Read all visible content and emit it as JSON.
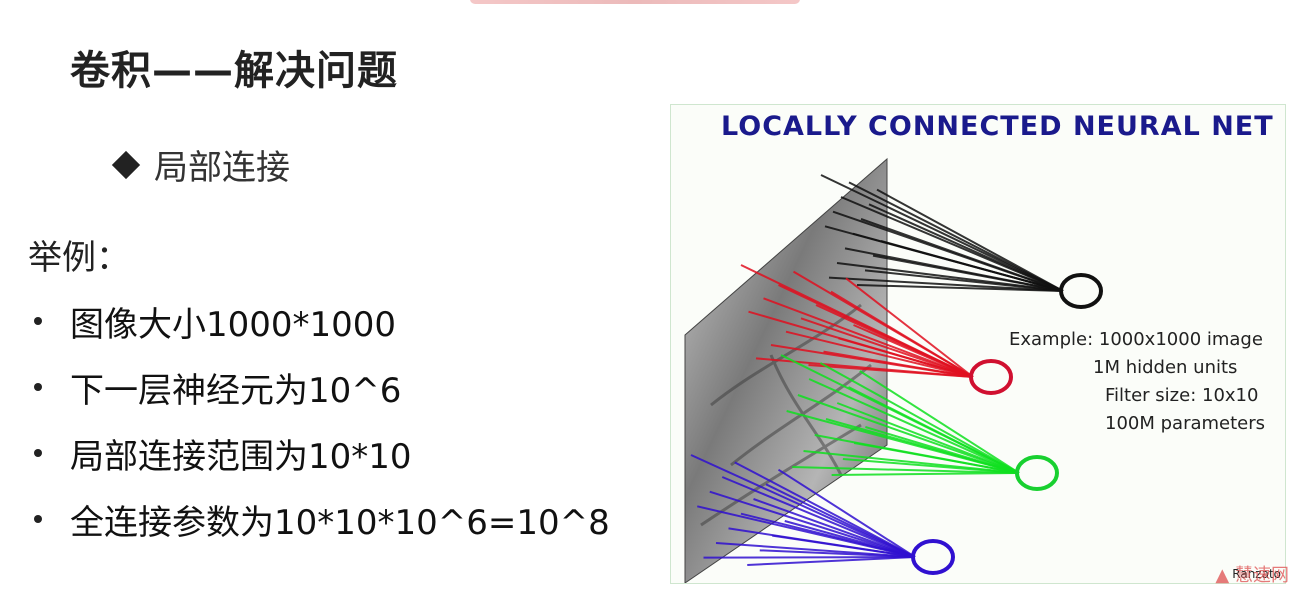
{
  "slide": {
    "title": "卷积——解决问题",
    "sub_bullet": "局部连接",
    "example_label": "举例：",
    "bullets": [
      "图像大小1000*1000",
      "下一层神经元为10^6",
      "局部连接范围为10*10",
      "全连接参数为10*10*10^6=10^8"
    ]
  },
  "figure": {
    "title": "LOCALLY CONNECTED NEURAL NET",
    "example_lines": [
      "Example: 1000x1000 image",
      "1M hidden units",
      "Filter size: 10x10",
      "100M parameters"
    ],
    "credit": "Ranzato",
    "connection_colors": [
      "#111111",
      "#e01020",
      "#10e020",
      "#3010d0"
    ]
  },
  "watermark": "▲ 慧速网"
}
